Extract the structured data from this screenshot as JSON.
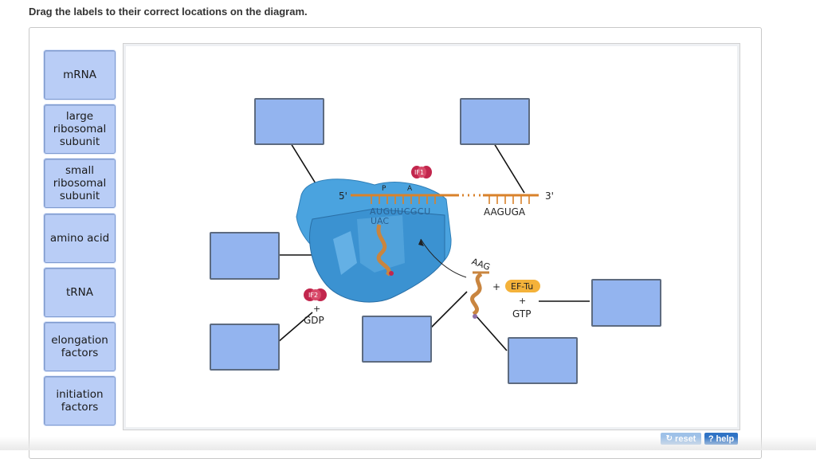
{
  "instruction": "Drag the labels to their correct locations on the diagram.",
  "labels": [
    {
      "text": "mRNA"
    },
    {
      "text": "large\nribosomal\nsubunit"
    },
    {
      "text": "small\nribosomal\nsubunit"
    },
    {
      "text": "amino acid"
    },
    {
      "text": "tRNA"
    },
    {
      "text": "elongation\nfactors"
    },
    {
      "text": "initiation\nfactors"
    }
  ],
  "diagram": {
    "five_prime": "5'",
    "three_prime": "3'",
    "site_p": "P",
    "site_a": "A",
    "codon_seq": "AUGUUCGCU",
    "anticodon": "UAC",
    "seq_right": "AAGUGA",
    "incoming_anticodon": "AAG",
    "if1": "IF1",
    "if2": "IF2",
    "gdp": "GDP",
    "ef_tu": "EF-Tu",
    "gtp": "GTP",
    "plus": "+"
  },
  "buttons": {
    "reset": "reset",
    "help": "help"
  },
  "colors": {
    "label_fill": "#b9cdf6",
    "target_fill": "#93b4ef",
    "ribosome": "#4aa3df",
    "mrna": "#d9822b",
    "trna": "#c9853f",
    "ef_tu": "#f4b23a",
    "if_factor": "#c2264d"
  },
  "icons": {
    "reset": "reset-icon",
    "help": "question-icon"
  }
}
